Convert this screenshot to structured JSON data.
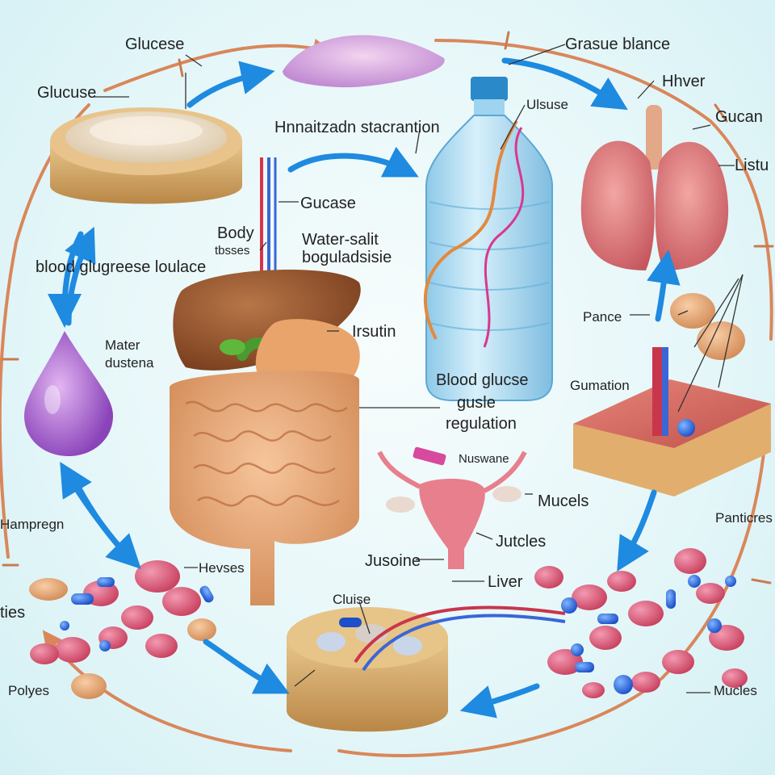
{
  "labels": {
    "glucose_top": "Glucese",
    "glucose_left": "Glucuse",
    "salt_balance": "Grasue blance",
    "liver_top": "Hhver",
    "gucan": "Gucan",
    "listu": "Listu",
    "hydration": "Hnnaitzadn stacrantion",
    "ulsuse": "Ulsuse",
    "gucase": "Gucase",
    "body_tissues_l1": "Body",
    "body_tissues_l2": "tbsses",
    "water_salt_l1": "Water-salit",
    "water_salt_l2": "boguladsisie",
    "blood_loulace": "blood glugreese loulace",
    "insulin": "Irsutin",
    "water_duodena_l1": "Mater",
    "water_duodena_l2": "dustena",
    "blood_glucose_reg_l1": "Blood glucse",
    "blood_glucose_reg_l2": "gusle",
    "blood_glucose_reg_l3": "regulation",
    "pance": "Pance",
    "gumation": "Gumation",
    "hampregn": "Hampregn",
    "hevses": "Hevses",
    "mucels_top": "Mucels",
    "juscles": "Jutcles",
    "jusoine": "Jusoine",
    "liver_mid": "Liver",
    "nusvane": "Nuswane",
    "panticrese": "Panticres",
    "cluise": "Cluise",
    "ties": "ties",
    "polyes": "Polyes",
    "mucles_bottom": "Mucles"
  },
  "colors": {
    "background": "#e6f7f9",
    "cycle_ring": "#d9875a",
    "flow_arrow": "#1e8ae0",
    "organ_pink": "#e46c7a",
    "vessel_blue": "#3a66d6",
    "vessel_red": "#d9334a"
  }
}
